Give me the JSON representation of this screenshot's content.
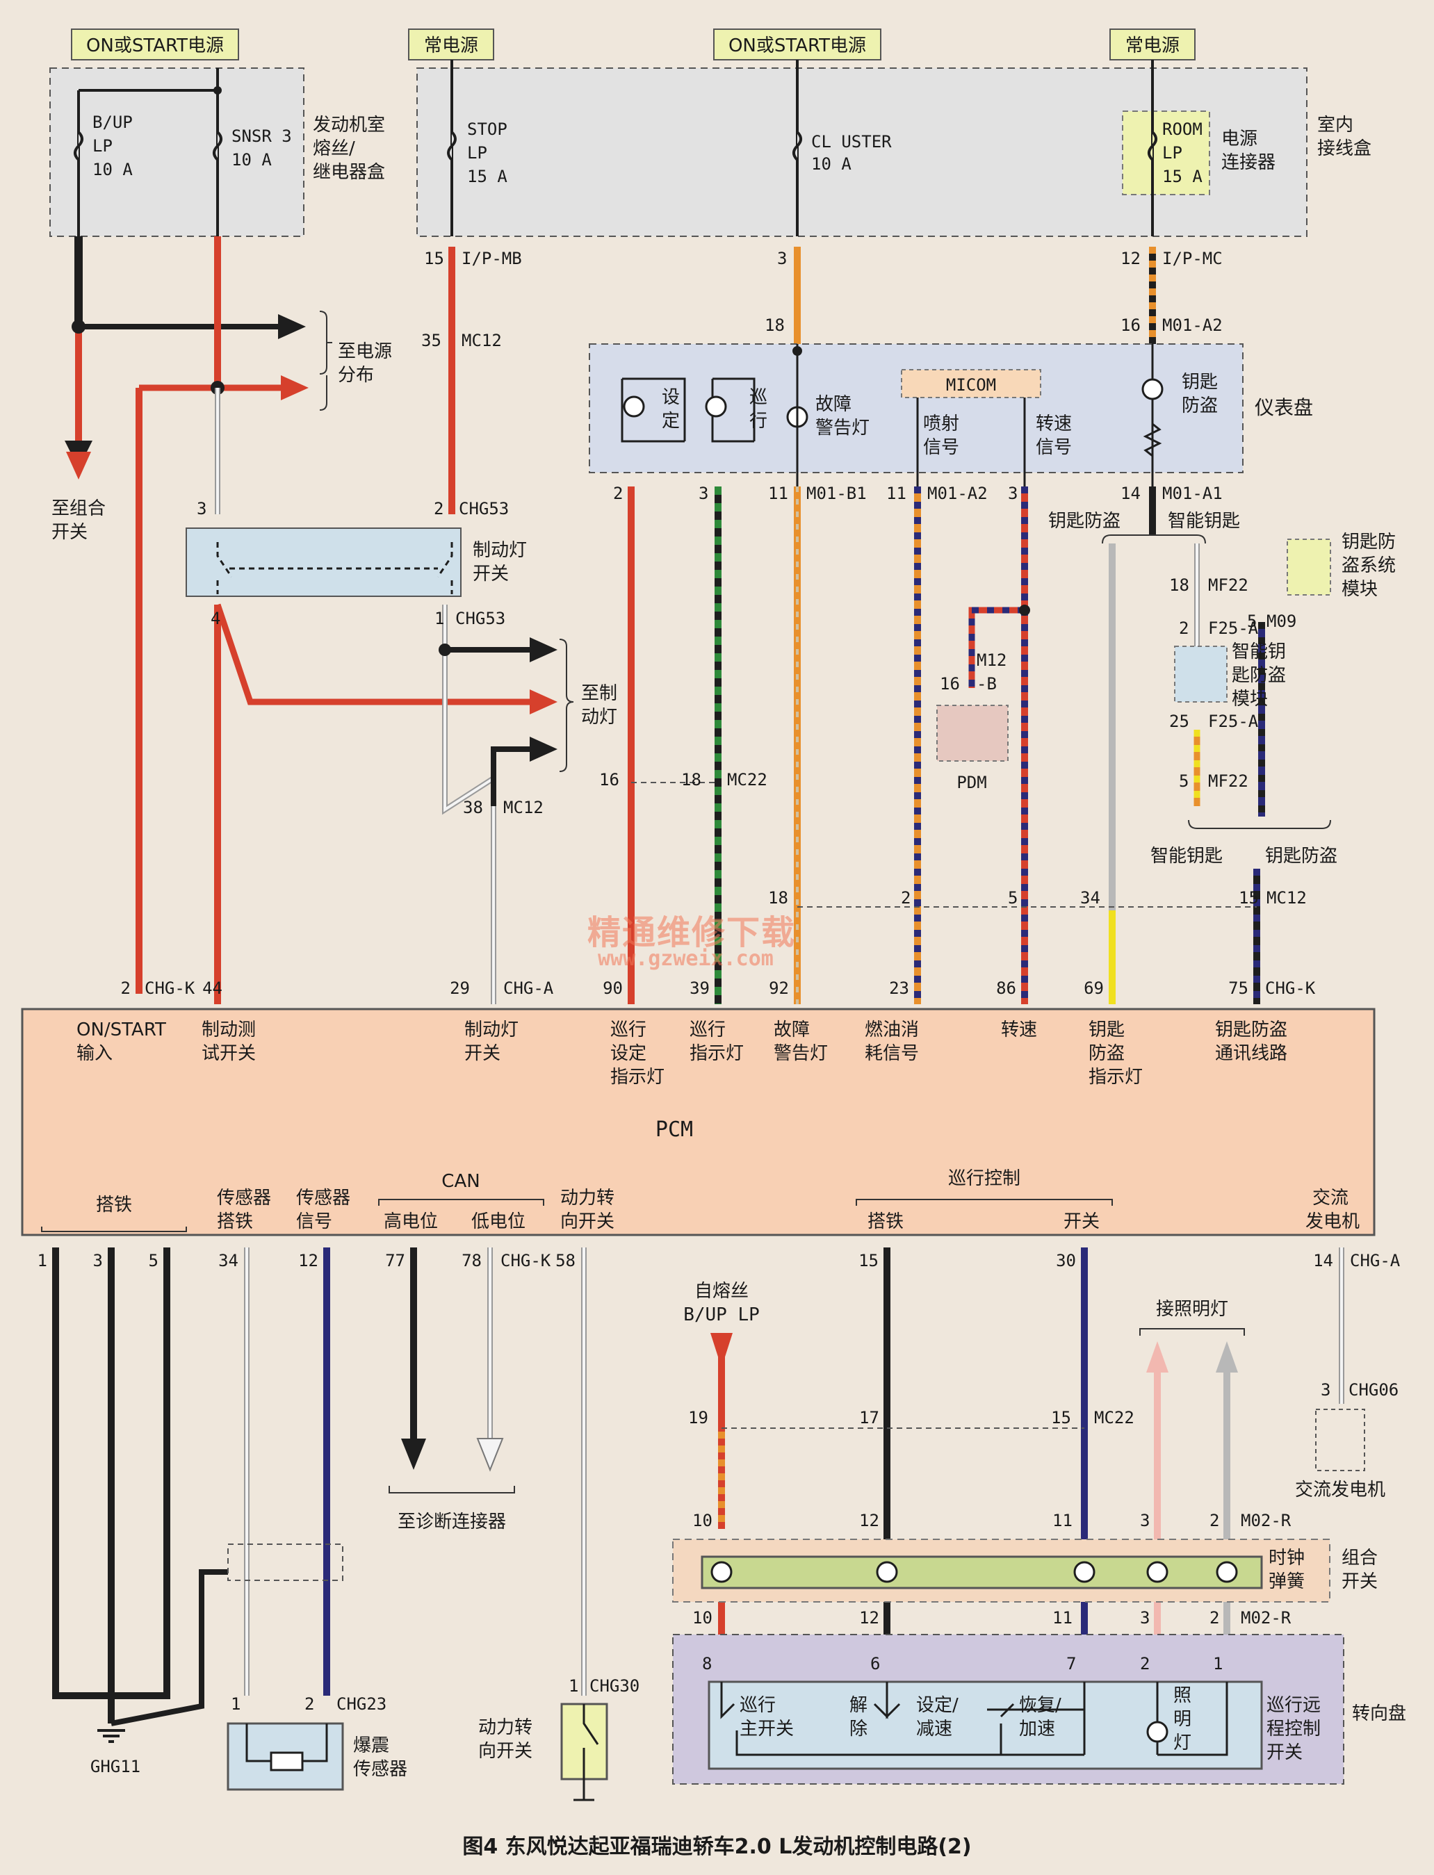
{
  "colors": {
    "background": "#efe7dc",
    "wire_red": "#d6402c",
    "wire_orange": "#e8902c",
    "wire_black": "#1e1e1e",
    "wire_blue": "#2a2a78",
    "wire_green": "#2e8a3a",
    "wire_gray": "#b8b8b8",
    "wire_yellow": "#f0e020",
    "pcm_fill": "#f8d0b4",
    "fusebox_fill": "#e2e2e2",
    "cluster_fill": "#d6dcea",
    "steering_fill": "#cfc8de"
  },
  "top_sources": {
    "on_start_1": "ON或START电源",
    "constant_1": "常电源",
    "on_start_2": "ON或START电源",
    "constant_2": "常电源"
  },
  "fuses": {
    "bup": [
      "B/UP",
      "LP",
      "10 A"
    ],
    "snsr": [
      "SNSR 3",
      "10 A"
    ],
    "stop": [
      "STOP",
      "LP",
      "15 A"
    ],
    "cluster": [
      "CL USTER",
      "10 A"
    ],
    "room": [
      "ROOM",
      "LP",
      "15 A"
    ]
  },
  "boxes": {
    "engine_fuse_box": [
      "发动机室",
      "熔丝/",
      "继电器盒"
    ],
    "indoor_junction": [
      "室内",
      "接线盒"
    ],
    "power_connector": [
      "电源",
      "连接器"
    ],
    "instrument_cluster": "仪表盘",
    "brake_switch": [
      "制动灯",
      "开关"
    ],
    "micom": "MICOM",
    "pdm": "PDM",
    "immobilizer_module": [
      "钥匙防",
      "盗系统",
      "模块"
    ],
    "smart_key_module": [
      "智能钥",
      "匙防盗",
      "模块"
    ],
    "combination_switch": [
      "组合",
      "开关"
    ],
    "clock_spring": [
      "时钟",
      "弹簧"
    ],
    "steering_wheel": "转向盘",
    "cruise_remote": [
      "巡行远",
      "程控制",
      "开关"
    ],
    "knock_sensor": [
      "爆震",
      "传感器"
    ],
    "ps_switch": [
      "动力转",
      "向开关"
    ],
    "alternator": "交流发电机",
    "ground": "GHG11"
  },
  "cluster_items": {
    "set": [
      "设",
      "定"
    ],
    "cruise": [
      "巡",
      "行"
    ],
    "mil": [
      "故障",
      "警告灯"
    ],
    "injection": [
      "喷射",
      "信号"
    ],
    "speed": [
      "转速",
      "信号"
    ],
    "key_immo": [
      "钥匙",
      "防盗"
    ]
  },
  "arrows": {
    "power_dist": [
      "至电源",
      "分布"
    ],
    "combo_switch": [
      "至组合",
      "开关"
    ],
    "brake_lamp": [
      "至制",
      "动灯"
    ],
    "diag": "至诊断连接器",
    "fuse_bup": [
      "自熔丝",
      "B/UP LP"
    ],
    "lighting": "接照明灯",
    "key_immo": "钥匙防盗",
    "smart_key": "智能钥匙",
    "smart_key_b": "智能钥匙",
    "key_immo_b": "钥匙防盗"
  },
  "connectors": {
    "ip_mb": "I/P-MB",
    "ip_mc": "I/P-MC",
    "mc12": "MC12",
    "m01_a2": "M01-A2",
    "chg53": "CHG53",
    "m01_b1": "M01-B1",
    "m01_a1": "M01-A1",
    "mf22": "MF22",
    "f25a": "F25-A",
    "m09": "M09",
    "m12b": [
      "M12",
      "-B"
    ],
    "mc22": "MC22",
    "chg_k": "CHG-K",
    "chg_a": "CHG-A",
    "chg23": "CHG23",
    "chg30": "CHG30",
    "chg06": "CHG06",
    "m02r": "M02-R"
  },
  "pcm": {
    "name": "PCM",
    "top_labels": [
      [
        "ON/START",
        "输入"
      ],
      [
        "制动测",
        "试开关"
      ],
      [
        "制动灯",
        "开关"
      ],
      [
        "巡行",
        "设定",
        "指示灯"
      ],
      [
        "巡行",
        "指示灯"
      ],
      [
        "故障",
        "警告灯"
      ],
      [
        "燃油消",
        "耗信号"
      ],
      [
        "转速"
      ],
      [
        "钥匙",
        "防盗",
        "指示灯"
      ],
      [
        "钥匙防盗",
        "通讯线路"
      ]
    ],
    "top_pins": [
      "2",
      "44",
      "29",
      "90",
      "39",
      "92",
      "23",
      "86",
      "69",
      "75"
    ],
    "bottom": {
      "ground": "搭铁",
      "sensor_ground": [
        "传感器",
        "搭铁"
      ],
      "sensor_signal": [
        "传感器",
        "信号"
      ],
      "can": "CAN",
      "can_high": "高电位",
      "can_low": "低电位",
      "ps": [
        "动力转",
        "向开关"
      ],
      "cruise": "巡行控制",
      "cruise_ground": "搭铁",
      "cruise_switch": "开关",
      "alternator": [
        "交流",
        "发电机"
      ]
    },
    "bottom_pins": [
      "1",
      "3",
      "5",
      "34",
      "12",
      "77",
      "78",
      "58",
      "15",
      "30",
      "14"
    ]
  },
  "steering_switches": {
    "main": [
      "巡行",
      "主开关"
    ],
    "cancel": [
      "解",
      "除"
    ],
    "set": [
      "设定/",
      "减速"
    ],
    "resume": [
      "恢复/",
      "加速"
    ],
    "lamp": [
      "照",
      "明",
      "灯"
    ]
  },
  "watermark": [
    "精通维修下载",
    "www.gzweix.com"
  ],
  "caption": "图4 东风悦达起亚福瑞迪轿车2.0 L发动机控制电路(2)"
}
